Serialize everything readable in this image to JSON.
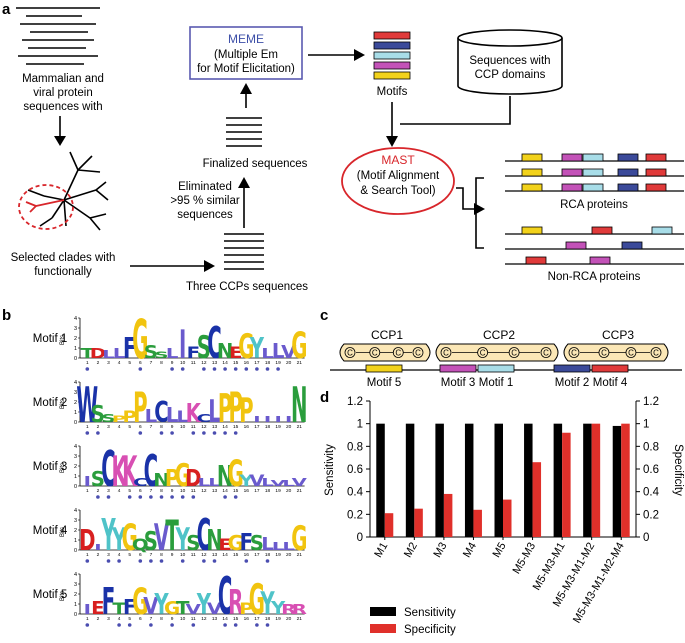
{
  "panel_labels": {
    "a": "a",
    "b": "b",
    "c": "c",
    "d": "d"
  },
  "panel_a": {
    "input_label_1": "Mammalian and",
    "input_label_2": "viral protein",
    "input_label_3": "sequences with",
    "clade_label_1": "Selected clades with",
    "clade_label_2": "functionally",
    "ccp_seq_label": "Three CCPs sequences",
    "elim_label_1": "Eliminated",
    "elim_label_2": ">95 % similar",
    "elim_label_3": "sequences",
    "finalized_label": "Finalized sequences",
    "meme_title": "MEME",
    "meme_sub_1": "(Multiple Em",
    "meme_sub_2": "for Motif Elicitation)",
    "motifs_label": "Motifs",
    "db_label_1": "Sequences with",
    "db_label_2": "CCP domains",
    "mast_title": "MAST",
    "mast_sub_1": "(Motif Alignment",
    "mast_sub_2": "& Search Tool)",
    "rca_label": "RCA proteins",
    "nonrca_label": "Non-RCA proteins",
    "colors": {
      "red": "#e03a3a",
      "blue": "#3b4a9a",
      "cyan": "#a8dde8",
      "magenta": "#c352b8",
      "yellow": "#f2d21b",
      "meme_border": "#5a5ab0",
      "mast_border": "#d8262b"
    }
  },
  "panel_b": {
    "y_axis_label": "Bits",
    "yticks": [
      "4",
      "3",
      "2",
      "1",
      "0"
    ],
    "positions": [
      "1",
      "2",
      "3",
      "4",
      "5",
      "6",
      "7",
      "8",
      "9",
      "10",
      "11",
      "12",
      "13",
      "14",
      "15",
      "16",
      "17",
      "18",
      "19",
      "20",
      "21"
    ],
    "motifs": [
      {
        "label": "Motif 1",
        "letters": [
          "T",
          "D",
          "L",
          "L",
          "F",
          "G",
          "S",
          "S",
          "L",
          "I",
          "F",
          "S",
          "C",
          "N",
          "E",
          "G",
          "Y",
          "L",
          "L",
          "V",
          "G"
        ]
      },
      {
        "label": "Motif 2",
        "letters": [
          "W",
          "S",
          "S",
          "P",
          "P",
          "P",
          "L",
          "C",
          "L",
          "L",
          "K",
          "C",
          "L",
          "P",
          "P",
          "P",
          "I",
          "I",
          "I",
          "I",
          "N"
        ]
      },
      {
        "label": "Motif 3",
        "letters": [
          "I",
          "S",
          "C",
          "K",
          "K",
          "C",
          "C",
          "N",
          "P",
          "G",
          "D",
          "L",
          "L",
          "N",
          "G",
          "Y",
          "V",
          "L",
          "V",
          "L",
          "V"
        ]
      },
      {
        "label": "Motif 4",
        "letters": [
          "D",
          "I",
          "Y",
          "Y",
          "G",
          "Q",
          "S",
          "V",
          "T",
          "Y",
          "S",
          "C",
          "N",
          "E",
          "G",
          "F",
          "S",
          "L",
          "L",
          "L",
          "G"
        ]
      },
      {
        "label": "Motif 5",
        "letters": [
          "I",
          "E",
          "F",
          "T",
          "F",
          "G",
          "V",
          "Y",
          "G",
          "T",
          "V",
          "Y",
          "V",
          "C",
          "R",
          "P",
          "G",
          "Y",
          "Y",
          "R",
          "R"
        ]
      }
    ]
  },
  "panel_c": {
    "domains": [
      "CCP1",
      "CCP2",
      "CCP3"
    ],
    "domain_glyph": "C",
    "motif_labels": [
      "Motif 5",
      "Motif 3",
      "Motif 1",
      "Motif 2",
      "Motif 4"
    ]
  },
  "chart_data": {
    "type": "bar",
    "categories": [
      "M1",
      "M2",
      "M3",
      "M4",
      "M5",
      "M5-M3",
      "M5-M3-M1",
      "M5-M3-M1-M2",
      "M5-M3-M1-M2-M4"
    ],
    "series": [
      {
        "name": "Sensitivity",
        "color": "#000000",
        "values": [
          1,
          1,
          1,
          1,
          1,
          1,
          1,
          1,
          0.98
        ]
      },
      {
        "name": "Specificity",
        "color": "#e0302a",
        "values": [
          0.21,
          0.25,
          0.38,
          0.24,
          0.33,
          0.66,
          0.92,
          1,
          1
        ]
      }
    ],
    "ylabel": "Sensitivity",
    "y2label": "Specificity",
    "ylim": [
      0,
      1.2
    ],
    "yticks": [
      "0",
      "0.2",
      "0.4",
      "0.6",
      "0.8",
      "1",
      "1.2"
    ],
    "legend": "bottom"
  }
}
